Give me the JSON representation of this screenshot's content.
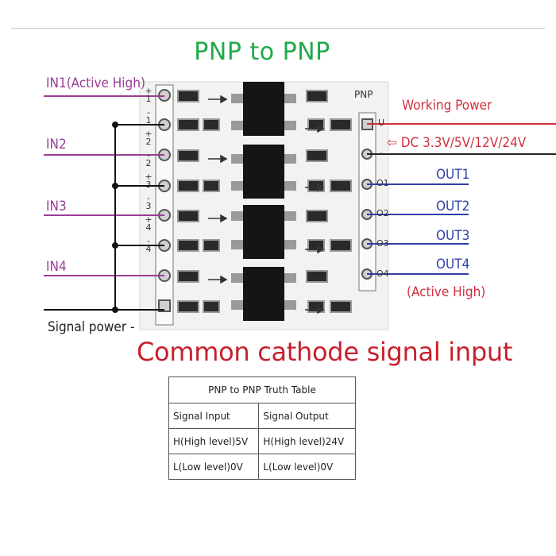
{
  "title": "PNP to PNP",
  "board": {
    "left_header_pins": [
      "+",
      "1",
      "-",
      "1",
      "+",
      "2",
      "-",
      "2",
      "+",
      "3",
      "-",
      "3",
      "+",
      "4",
      "-",
      "4"
    ],
    "right_header_label": "PNP",
    "right_header_pins": [
      "U",
      "-",
      "O1",
      "O2",
      "O3",
      "O4"
    ]
  },
  "labels": {
    "in1": "IN1",
    "in1_note": "(Active High)",
    "in2": "IN2",
    "in3": "IN3",
    "in4": "IN4",
    "signal_power": "Signal power -",
    "working_power": "Working Power",
    "dc_arrow": "⇦",
    "dc_voltage": "DC 3.3V/5V/12V/24V",
    "out1": "OUT1",
    "out2": "OUT2",
    "out3": "OUT3",
    "out4": "OUT4",
    "out_note": "(Active High)"
  },
  "bottom_title": "Common cathode signal input",
  "truth_table": {
    "title": "PNP to PNP Truth Table",
    "headers": [
      "Signal Input",
      "Signal Output"
    ],
    "rows": [
      [
        "H(High level)5V",
        "H(High level)24V"
      ],
      [
        "L(Low level)0V",
        "L(Low level)0V"
      ]
    ]
  },
  "colors": {
    "title_green": "#1faa4a",
    "input_purple": "#9b3d96",
    "power_red": "#d0303c",
    "output_blue": "#2f3fa6",
    "board_white": "#f2f2f0"
  }
}
